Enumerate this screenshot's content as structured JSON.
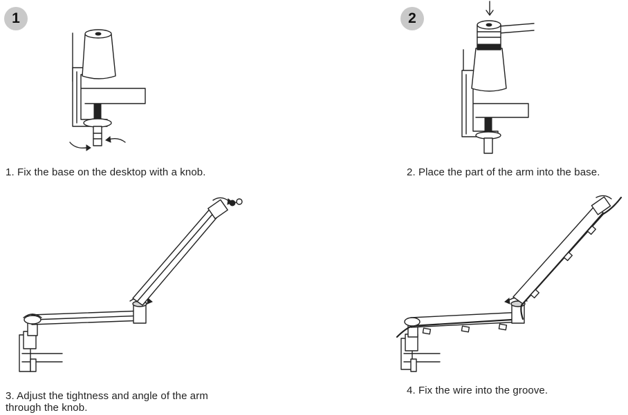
{
  "steps": [
    {
      "number": "1",
      "caption": "1. Fix the base on the desktop with a knob."
    },
    {
      "number": "2",
      "caption": "2. Place the part of the arm into the base."
    },
    {
      "number": "3",
      "caption_line1": "3. Adjust the tightness and angle of the arm",
      "caption_line2": "through the knob."
    },
    {
      "number": "4",
      "caption": "4. Fix the wire into the groove."
    }
  ],
  "colors": {
    "badge": "#c9c9c9",
    "line": "#222222",
    "background": "#ffffff"
  }
}
